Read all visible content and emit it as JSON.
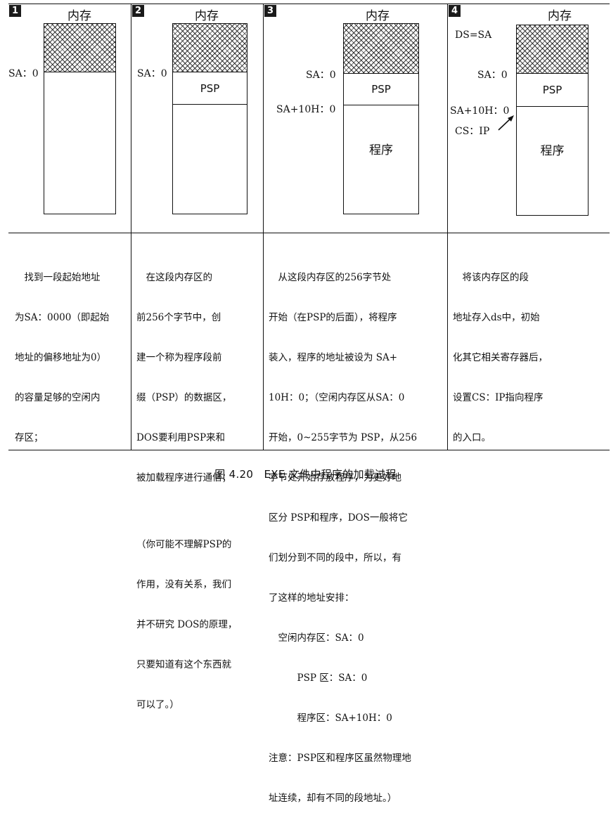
{
  "panels": [
    {
      "number": "1",
      "memory_title": "内存",
      "addresses": [
        "SA：0"
      ],
      "segments": [],
      "description": [
        "　找到一段起始地址",
        "为SA：0000（即起始",
        "地址的偏移地址为0）",
        "的容量足够的空闲内",
        "存区；"
      ]
    },
    {
      "number": "2",
      "memory_title": "内存",
      "addresses": [
        "SA：0"
      ],
      "segments": [
        "PSP"
      ],
      "description": [
        "　在这段内存区的",
        "前256个字节中，创",
        "建一个称为程序段前",
        "缀（PSP）的数据区，",
        "DOS要利用PSP来和",
        "被加载程序进行通信；",
        "",
        "（你可能不理解PSP的",
        "作用，没有关系，我们",
        "并不研究 DOS的原理，",
        "只要知道有这个东西就",
        "可以了。）"
      ]
    },
    {
      "number": "3",
      "memory_title": "内存",
      "addresses": [
        "SA：0",
        "SA+10H：0"
      ],
      "segments": [
        "PSP",
        "程序"
      ],
      "description": [
        "　从这段内存区的256字节处",
        "开始（在PSP的后面），将程序",
        "装入，程序的地址被设为 SA+",
        "10H：0；（空闲内存区从SA：0",
        "开始，0~255字节为 PSP，从256",
        "字节处开始存放程序，为更好地",
        "区分 PSP和程序，DOS一般将它",
        "们划分到不同的段中，所以，有",
        "了这样的地址安排：",
        "　空闲内存区：SA：0",
        "　　　PSP 区：SA：0",
        "　　　程序区：SA+10H：0",
        "注意：PSP区和程序区虽然物理地",
        "址连续，却有不同的段地址。）"
      ]
    },
    {
      "number": "4",
      "memory_title": "内存",
      "register_label": "DS=SA",
      "addresses": [
        "SA：0",
        "SA+10H：0"
      ],
      "entry_label": "CS：IP",
      "segments": [
        "PSP",
        "程序"
      ],
      "description": [
        "　将该内存区的段",
        "地址存入ds中，初始",
        "化其它相关寄存器后，",
        "设置CS：IP指向程序",
        "的入口。"
      ]
    }
  ],
  "caption": "图 4.20　EXE 文件中程序的加载过程"
}
